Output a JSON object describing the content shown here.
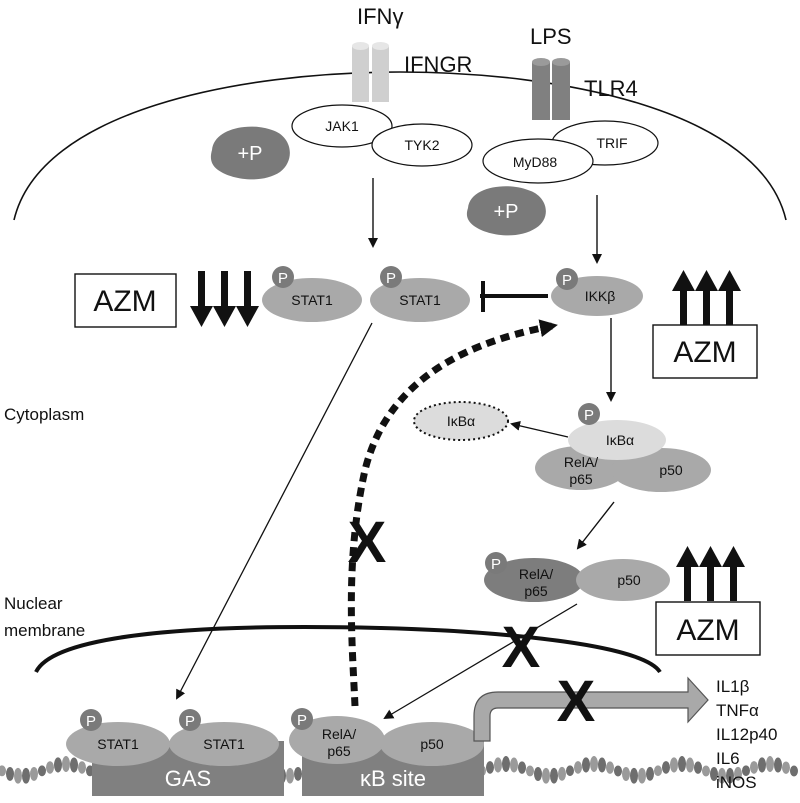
{
  "ligands": {
    "ifng": "IFNγ",
    "lps": "LPS"
  },
  "receptors": {
    "ifngr": "IFNGR",
    "tlr4": "TLR4"
  },
  "kinases": {
    "jak1": "JAK1",
    "tyk2": "TYK2",
    "myd88": "MyD88",
    "trif": "TRIF"
  },
  "phospho_blobs": [
    "+P",
    "+P"
  ],
  "p_badge": "P",
  "drug": {
    "label": "AZM"
  },
  "complexes": {
    "stat1": "STAT1",
    "ikkb": "IKKβ",
    "ikba": "IκBα",
    "rela": [
      "RelA/",
      "p65"
    ],
    "p50": "p50"
  },
  "regions": {
    "cytoplasm": "Cytoplasm",
    "nuclear_membrane": [
      "Nuclear",
      "membrane"
    ]
  },
  "dna_sites": {
    "gas": "GAS",
    "kb": "κB site"
  },
  "inhibition_mark": "X",
  "genes": [
    "IL1β",
    "TNFα",
    "IL12p40",
    "IL6",
    "iNOS"
  ],
  "colors": {
    "dark_gray": "#7a7a7a",
    "mid_gray": "#a9a9a9",
    "light_gray": "#dcdcdc",
    "receptor_light": "#cfcfcf",
    "receptor_dark": "#808080"
  }
}
